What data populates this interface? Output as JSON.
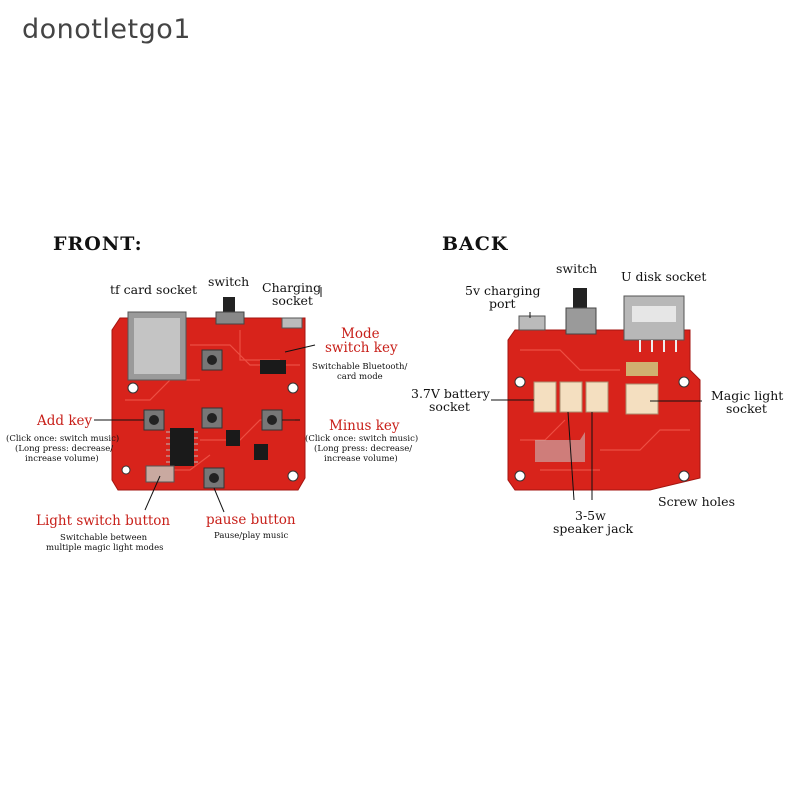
{
  "watermark": "donotletgo1",
  "front": {
    "heading": "FRONT:",
    "tf_card_socket": "tf card socket",
    "switch": "switch",
    "charging_socket_1": "Charging",
    "charging_socket_2": "socket",
    "mode_key_1": "Mode",
    "mode_key_2": "switch key",
    "mode_key_note_1": "Switchable Bluetooth/",
    "mode_key_note_2": "card mode",
    "add_key": "Add key",
    "add_key_note_1": "(Click once: switch music)",
    "add_key_note_2": "(Long press: decrease/",
    "add_key_note_3": "increase volume)",
    "minus_key": "Minus key",
    "minus_key_note_1": "(Click once: switch music)",
    "minus_key_note_2": "(Long press: decrease/",
    "minus_key_note_3": "increase volume)",
    "light_switch_button": "Light switch button",
    "light_switch_note_1": "Switchable between",
    "light_switch_note_2": "multiple magic light modes",
    "pause_button": "pause button",
    "pause_button_note": "Pause/play music"
  },
  "back": {
    "heading": "BACK",
    "charging_port_1": "5v charging",
    "charging_port_2": "port",
    "switch": "switch",
    "u_disk_socket": "U disk socket",
    "battery_socket_1": "3.7V battery",
    "battery_socket_2": "socket",
    "magic_light_socket_1": "Magic light",
    "magic_light_socket_2": "socket",
    "screw_holes": "Screw holes",
    "speaker_jack_1": "3-5w",
    "speaker_jack_2": "speaker jack"
  },
  "colors": {
    "board": "#d8231b",
    "label_red": "#c8201a",
    "text": "#111111"
  }
}
